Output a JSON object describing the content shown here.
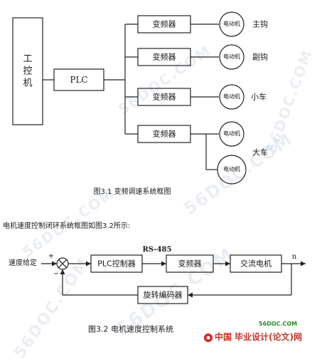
{
  "colors": {
    "line": "#222222",
    "watermark": "#8ca0be",
    "logo_red": "#d4261c",
    "logo_text": "#c0392b",
    "site_green": "#2a8a2a"
  },
  "diagram1": {
    "ipc": "工控机",
    "plc": "PLC",
    "inverters": [
      "变频器",
      "变频器",
      "变频器",
      "变频器"
    ],
    "motor": "电动机",
    "loads": [
      "主钩",
      "副钩",
      "小车",
      "大车"
    ],
    "caption": "图3.1 变频调速系统框图"
  },
  "intro": "电机速度控制闭环系统框图如图3.2所示:",
  "diagram2": {
    "setpoint": "速度给定",
    "plus": "+",
    "minus": "−",
    "plc": "PLC控制器",
    "bus": "RS-485",
    "inverter": "变频器",
    "ac_motor": "交流电机",
    "encoder": "旋转编码器",
    "output": "n",
    "caption": "图3.2 电机速度控制系统"
  },
  "watermark": "56DOC.COM",
  "footer_logo": {
    "site": "56DOC.COM",
    "china": "中国",
    "name": "毕业设计(论文)网"
  }
}
